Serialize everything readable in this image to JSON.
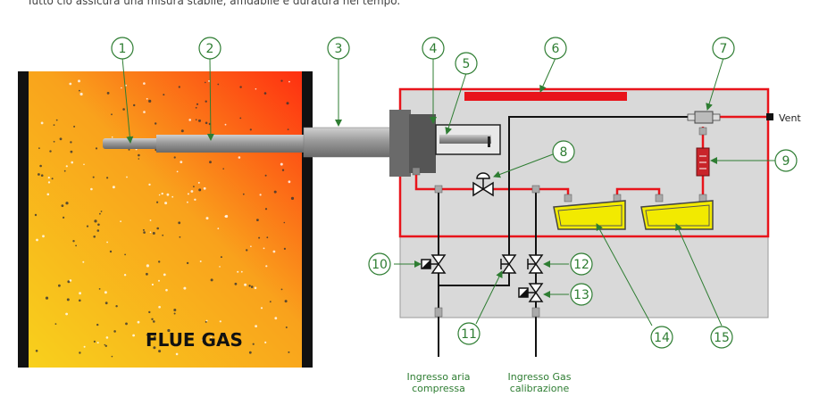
{
  "top_text": "Tutto ciò assicura una misura stabile, affidabile e duratura nel tempo.",
  "flue_gas_label": "FLUE GAS",
  "vent_label": "Vent",
  "callouts": [
    "1",
    "2",
    "3",
    "4",
    "5",
    "6",
    "7",
    "8",
    "9",
    "10",
    "11",
    "12",
    "13",
    "14",
    "15"
  ],
  "inlet_air": {
    "line1": "Ingresso aria",
    "line2": "compressa"
  },
  "inlet_gas": {
    "line1": "Ingresso Gas",
    "line2": "calibrazione"
  },
  "colors": {
    "callout_green": "#2e7d32",
    "gas_line_red": "#e8141b",
    "cabinet_grey": "#d9d9d9",
    "analyzer_yellow": "#f2ea00",
    "flue_gradient": [
      "#f8c21a",
      "#ff3a10"
    ]
  }
}
